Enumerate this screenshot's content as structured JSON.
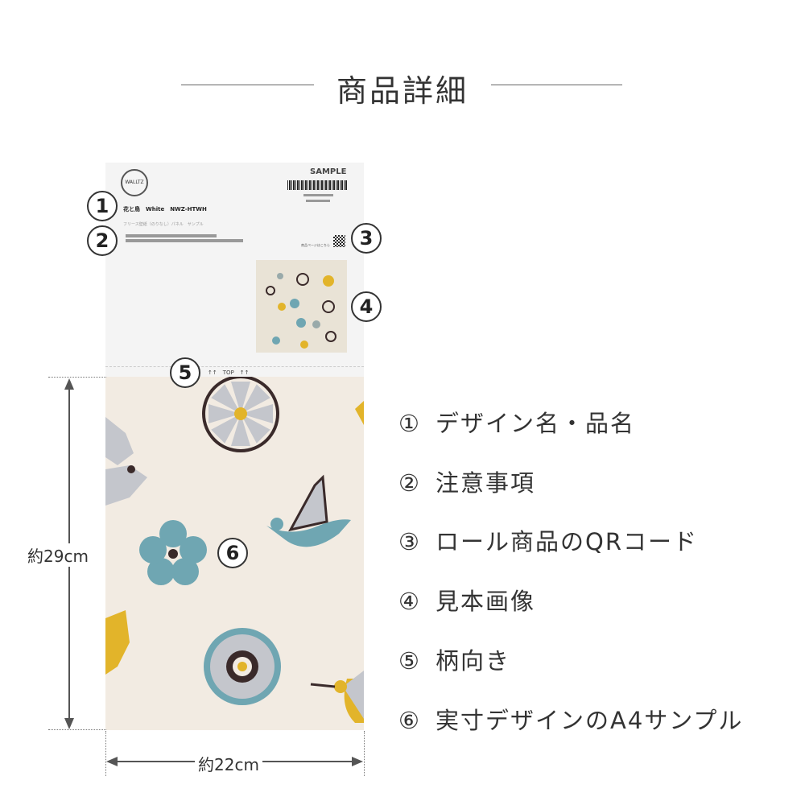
{
  "title": "商品詳細",
  "card": {
    "logo": "WALLTZ",
    "sample": "SAMPLE",
    "product_line": "花と鳥　White　NWZ-HTWH",
    "subtitle": "フリース壁紙（のりなし）パネル　サンプル",
    "qr_text": "商品ページはこちら",
    "top_label": "↑↑　TOP　↑↑"
  },
  "markers": [
    "①",
    "②",
    "③",
    "④",
    "⑤",
    "⑥"
  ],
  "marker_digits": [
    "1",
    "2",
    "3",
    "4",
    "5",
    "6"
  ],
  "items": [
    {
      "num": "①",
      "label": "デザイン名・品名"
    },
    {
      "num": "②",
      "label": "注意事項"
    },
    {
      "num": "③",
      "label": "ロール商品のQRコード"
    },
    {
      "num": "④",
      "label": "見本画像"
    },
    {
      "num": "⑤",
      "label": "柄向き"
    },
    {
      "num": "⑥",
      "label": "実寸デザインのA4サンプル"
    }
  ],
  "dimensions": {
    "height": "約29cm",
    "width": "約22cm"
  },
  "colors": {
    "teal": "#6fa6b2",
    "yellow": "#e2b42a",
    "dark": "#3a2a2a",
    "grey": "#c4c6cc",
    "beige": "#f2ebe2"
  }
}
